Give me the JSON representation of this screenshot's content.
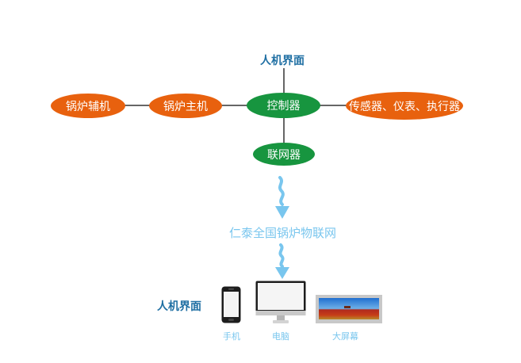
{
  "diagram": {
    "top_hmi_label": "人机界面",
    "nodes": {
      "boiler_aux": "锅炉辅机",
      "boiler_main": "锅炉主机",
      "controller": "控制器",
      "sensors": "传感器、仪表、执行器",
      "networker": "联网器"
    },
    "iot_platform": "仁泰全国锅炉物联网",
    "bottom_hmi_label": "人机界面",
    "devices": [
      {
        "label": "手机",
        "icon": "phone-icon"
      },
      {
        "label": "电脑",
        "icon": "monitor-icon"
      },
      {
        "label": "大屏幕",
        "icon": "large-screen-icon"
      }
    ],
    "colors": {
      "orange": "#e8610e",
      "green": "#17953f",
      "hmi_blue": "#1f6fa3",
      "light_blue": "#79c6ee"
    }
  }
}
